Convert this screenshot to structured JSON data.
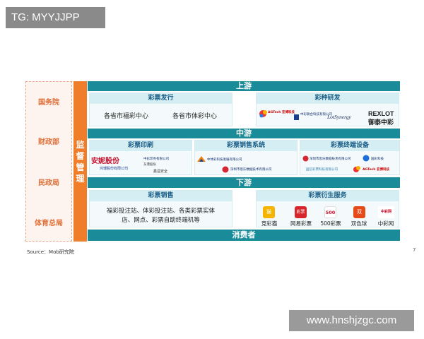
{
  "watermark_top": "TG: MYYJJPP",
  "watermark_bottom": "www.hnshjzgc.com",
  "government": [
    "国务院",
    "财政部",
    "民政局",
    "体育总局"
  ],
  "supervision": [
    "监",
    "督",
    "管",
    "理"
  ],
  "upstream": {
    "title": "上游",
    "issuance": {
      "title": "彩票发行",
      "items": [
        "各省市福彩中心",
        "各省市体彩中心"
      ]
    },
    "rnd": {
      "title": "彩种研发",
      "logos": [
        "AGTech 亚博科技",
        "中彩联合科技有限公司",
        "LotSynergy",
        "REXLOT 御泰中彩"
      ]
    }
  },
  "midstream": {
    "title": "中游",
    "printing": {
      "title": "彩票印刷",
      "logos": [
        "安妮股份",
        "中彩印务有限公司",
        "鸿博股份有限公司",
        "东港股份",
        "鑫溢安全"
      ]
    },
    "sales_system": {
      "title": "彩票销售系统",
      "logos": [
        "中体彩科技发展有限公司",
        "深圳市思乐数据技术有限公司"
      ]
    },
    "terminal": {
      "title": "彩票终端设备",
      "logos": [
        "深圳市思乐数据技术有限公司",
        "国彩科技",
        "国信彩票科技有限公司",
        "AGTech 亚博科技"
      ]
    }
  },
  "downstream": {
    "title": "下游",
    "sales": {
      "title": "彩票销售",
      "line1": "福彩投注站、体彩投注站、各类彩票实体",
      "line2": "店、网点、彩票自助终端机等"
    },
    "services": {
      "title": "彩票衍生服务",
      "apps": [
        "竞彩猫",
        "网易彩票",
        "500彩票",
        "双色球",
        "中彩网"
      ],
      "app_icons": [
        "猫",
        "彩票",
        "500",
        "双",
        "中彩网"
      ]
    }
  },
  "consumer": "消费者",
  "source": "Source：Mob研究院",
  "page_number": "7",
  "colors": {
    "teal": "#1a8b98",
    "orange": "#f07d2a",
    "header_bg": "#d5eef3",
    "gov_text": "#e0703a"
  }
}
